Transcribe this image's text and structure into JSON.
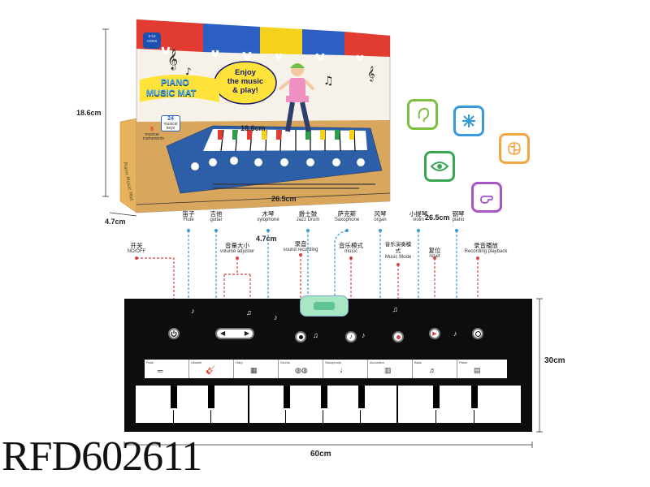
{
  "box": {
    "age_badge": [
      "3-12",
      "AGES"
    ],
    "title_lines": [
      "PIANO",
      "MUSIC MAT"
    ],
    "slogan": [
      "Enjoy",
      "the music",
      "& play!"
    ],
    "badge_24": [
      "24",
      "musical",
      "keys"
    ],
    "badge_8": [
      "8",
      "musical",
      "instruments"
    ],
    "dimensions": {
      "height": "18.6cm",
      "top_width": "18.6cm",
      "width": "26.5cm",
      "depth": "4.7cm"
    }
  },
  "feature_icon_colors": [
    "#7fbf3f",
    "#3a9ad9",
    "#f2a541",
    "#3aa655",
    "#a855c7"
  ],
  "feature_icons": [
    "ear-icon",
    "sparkle-icon",
    "brain-icon",
    "eye-icon",
    "hand-icon"
  ],
  "labels": {
    "flute": {
      "cn": "笛子",
      "en": "Flute"
    },
    "guitar": {
      "cn": "吉他",
      "en": "guitar"
    },
    "xylophone": {
      "cn": "木琴",
      "en": "xylophone"
    },
    "jazz_drum": {
      "cn": "爵士鼓",
      "en": "Jazz Drum"
    },
    "saxophone": {
      "cn": "萨克斯",
      "en": "Saxophone"
    },
    "organ": {
      "cn": "风琴",
      "en": "organ"
    },
    "violin": {
      "cn": "小提琴",
      "en": "violin"
    },
    "piano": {
      "cn": "钢琴",
      "en": "piano"
    },
    "power": {
      "cn": "开关",
      "en": "NO/OFF"
    },
    "volume": {
      "cn": "音量大小",
      "en": "volume adjuster"
    },
    "recording": {
      "cn": "录音",
      "en": "sound recording"
    },
    "music_mode": {
      "cn": "音乐模式",
      "en": "music"
    },
    "music_play_mode": {
      "cn": "音乐演奏模式",
      "en": "Music Mode"
    },
    "reset": {
      "cn": "复位",
      "en": "reset"
    },
    "playback": {
      "cn": "录音播放",
      "en": "Recording playback"
    }
  },
  "float_dims": {
    "a": "4.7cm",
    "b": "26.5cm"
  },
  "instrument_strip": [
    "Flute",
    "Ukulele",
    "Harp",
    "Drums",
    "Saxophone",
    "Accordion",
    "Bass",
    "Piano"
  ],
  "mat_dims": {
    "height": "30cm",
    "width": "60cm"
  },
  "product_code": "RFD602611"
}
